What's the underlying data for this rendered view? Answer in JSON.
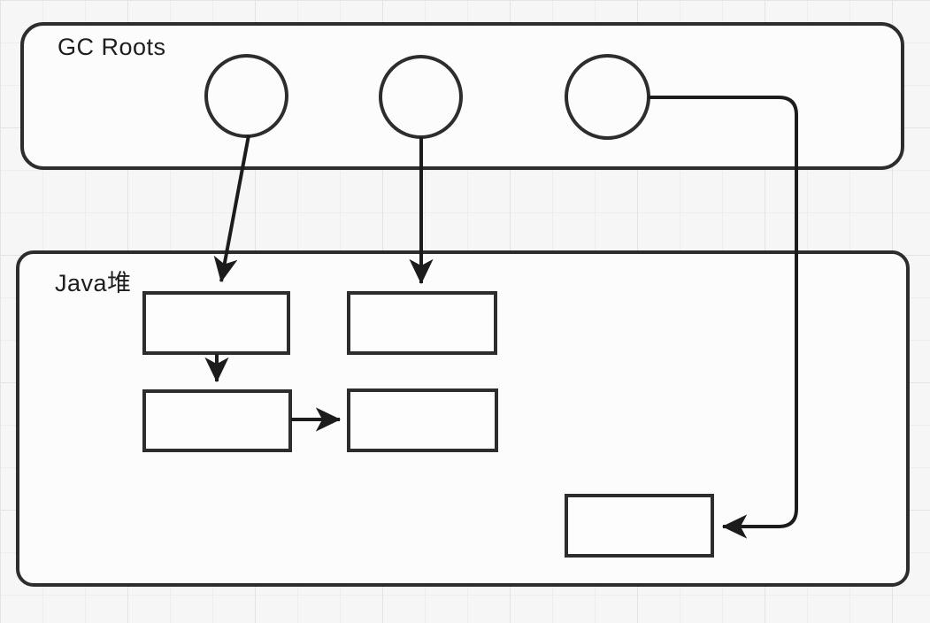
{
  "diagram": {
    "type": "gc-roots-reachability",
    "gc_roots": {
      "label": "GC Roots",
      "root_count": 3,
      "roots": [
        "root-1",
        "root-2",
        "root-3"
      ]
    },
    "heap": {
      "label": "Java堆",
      "object_count": 5,
      "objects": [
        "heap-object-1",
        "heap-object-2",
        "heap-object-3",
        "heap-object-4",
        "heap-object-5"
      ]
    },
    "edges": [
      {
        "from": "root-1",
        "to": "heap-object-1",
        "style": "straight-arrow"
      },
      {
        "from": "root-2",
        "to": "heap-object-2",
        "style": "straight-arrow"
      },
      {
        "from": "root-3",
        "to": "heap-object-5",
        "style": "orthogonal-rounded-arrow"
      },
      {
        "from": "heap-object-1",
        "to": "heap-object-3",
        "style": "straight-arrow"
      },
      {
        "from": "heap-object-3",
        "to": "heap-object-4",
        "style": "straight-arrow"
      }
    ],
    "colors": {
      "shape_stroke": "#2d2d2d",
      "edge_stroke": "#1c1c1c",
      "shape_fill": "#fcfcfc",
      "canvas_background": "#f6f6f6",
      "grid_line": "#e3e3e3"
    }
  }
}
